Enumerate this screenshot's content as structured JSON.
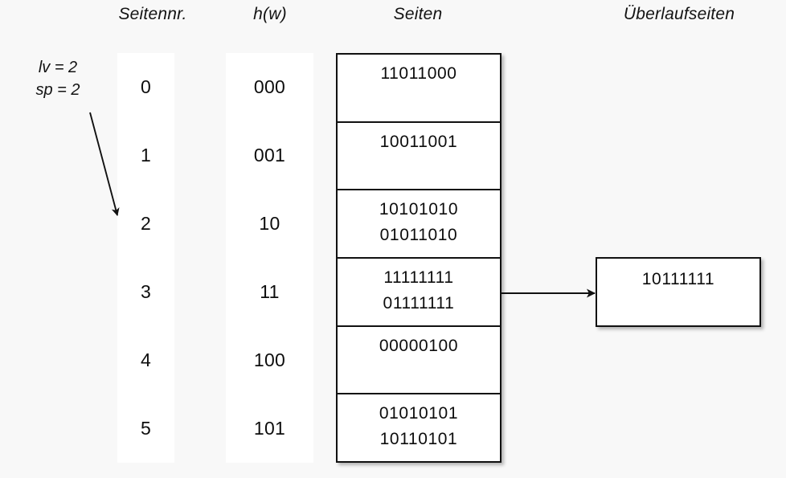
{
  "headers": {
    "seitennr": "Seitennr.",
    "hw": "h(w)",
    "seiten": "Seiten",
    "ueberlaufseiten": "Überlaufseiten"
  },
  "params": {
    "lv": "lv = 2",
    "sp": "sp = 2"
  },
  "colors": {
    "background": "#f8f8f8",
    "cell_fill": "#ffffff",
    "stroke": "#111111",
    "text": "#0d0d0d"
  },
  "rows": [
    {
      "seitennr": "0",
      "hw": "000",
      "bits": [
        "11011000"
      ]
    },
    {
      "seitennr": "1",
      "hw": "001",
      "bits": [
        "10011001"
      ]
    },
    {
      "seitennr": "2",
      "hw": "10",
      "bits": [
        "10101010",
        "01011010"
      ]
    },
    {
      "seitennr": "3",
      "hw": "11",
      "bits": [
        "11111111",
        "01111111"
      ]
    },
    {
      "seitennr": "4",
      "hw": "100",
      "bits": [
        "00000100"
      ]
    },
    {
      "seitennr": "5",
      "hw": "101",
      "bits": [
        "01010101",
        "10110101"
      ]
    }
  ],
  "overflow_pages": [
    {
      "bits": [
        "10111111"
      ],
      "from_row": 3
    }
  ],
  "arrows": [
    {
      "name": "sp-pointer-arrow",
      "from": "sp = 2",
      "to": "row 2"
    },
    {
      "name": "overflow-link-arrow",
      "from": "row 3",
      "to": "overflow page 10111111"
    }
  ]
}
